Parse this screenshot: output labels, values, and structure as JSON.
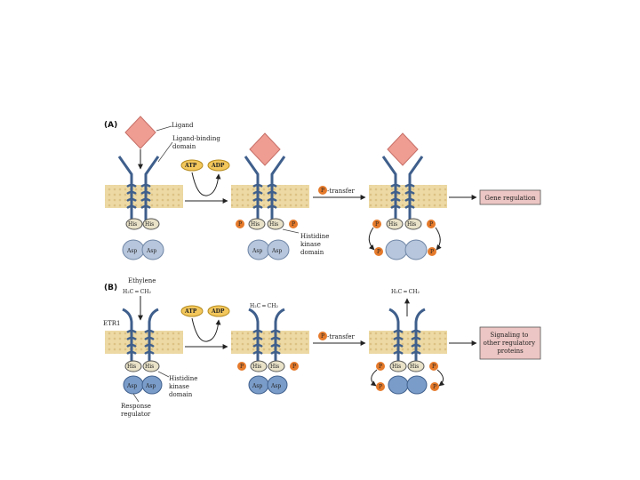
{
  "panel_a": {
    "label": "(A)",
    "ligand": "Ligand",
    "ligand_binding_domain": "Ligand-binding\ndomain",
    "atp": "ATP",
    "adp": "ADP",
    "his": "His",
    "asp": "Asp",
    "p": "P",
    "p_transfer": "-transfer",
    "histidine_kinase_domain": "Histidine\nkinase\ndomain",
    "output": "Gene regulation"
  },
  "panel_b": {
    "label": "(B)",
    "ethylene": "Ethylene",
    "ethylene_formula": "H₂C ═ CH₂",
    "etr1": "ETR1",
    "atp": "ATP",
    "adp": "ADP",
    "his": "His",
    "asp": "Asp",
    "p": "P",
    "p_transfer": "-transfer",
    "histidine_kinase_domain": "Histidine\nkinase\ndomain",
    "response_regulator": "Response\nregulator",
    "output": "Signaling to\nother regulatory\nproteins"
  },
  "colors": {
    "membrane": "#ecd9a4",
    "receptor": "#7a9cc8",
    "receptor_dark": "#3f5f8c",
    "ligand": "#ef9c92",
    "atp": "#f3c75b",
    "phosphate": "#e57a2b",
    "output_box": "#ecc6c4"
  }
}
